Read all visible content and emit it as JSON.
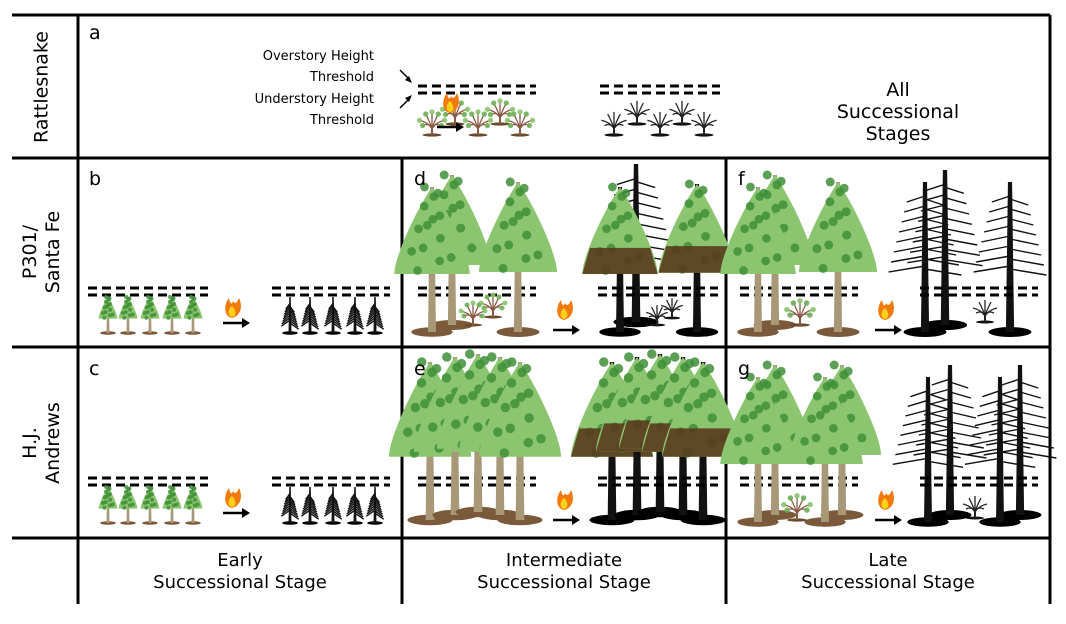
{
  "rows": [
    {
      "label_lines": [
        "Rattlesnake"
      ]
    },
    {
      "label_lines": [
        "P301/",
        "Santa Fe"
      ]
    },
    {
      "label_lines": [
        "H.J.",
        "Andrews"
      ]
    }
  ],
  "columns": [
    {
      "label_lines": [
        "Early",
        "Successional Stage"
      ]
    },
    {
      "label_lines": [
        "Intermediate",
        "Successional Stage"
      ]
    },
    {
      "label_lines": [
        "Late",
        "Successional Stage"
      ]
    }
  ],
  "panels": {
    "a": "a",
    "b": "b",
    "c": "c",
    "d": "d",
    "e": "e",
    "f": "f",
    "g": "g"
  },
  "annotations": {
    "overstory": [
      "Overstory Height",
      "Threshold"
    ],
    "understory": [
      "Understory Height",
      "Threshold"
    ],
    "all_stages": [
      "All",
      "Successional",
      "Stages"
    ]
  },
  "icons": [
    "tree-icon",
    "shrub-icon",
    "burnt-tree-icon",
    "burnt-shrub-icon",
    "fire-icon",
    "arrow-right-icon",
    "height-threshold-dashes"
  ],
  "colors": {
    "foliage_dark": "#3f8f3a",
    "foliage_light": "#8cc56f",
    "trunk": "#a89878",
    "ground": "#7a5a3a",
    "scorch": "#5a3a1e",
    "burnt": "#111111",
    "flame": "#f07a10",
    "flame_core": "#ffd21a"
  }
}
